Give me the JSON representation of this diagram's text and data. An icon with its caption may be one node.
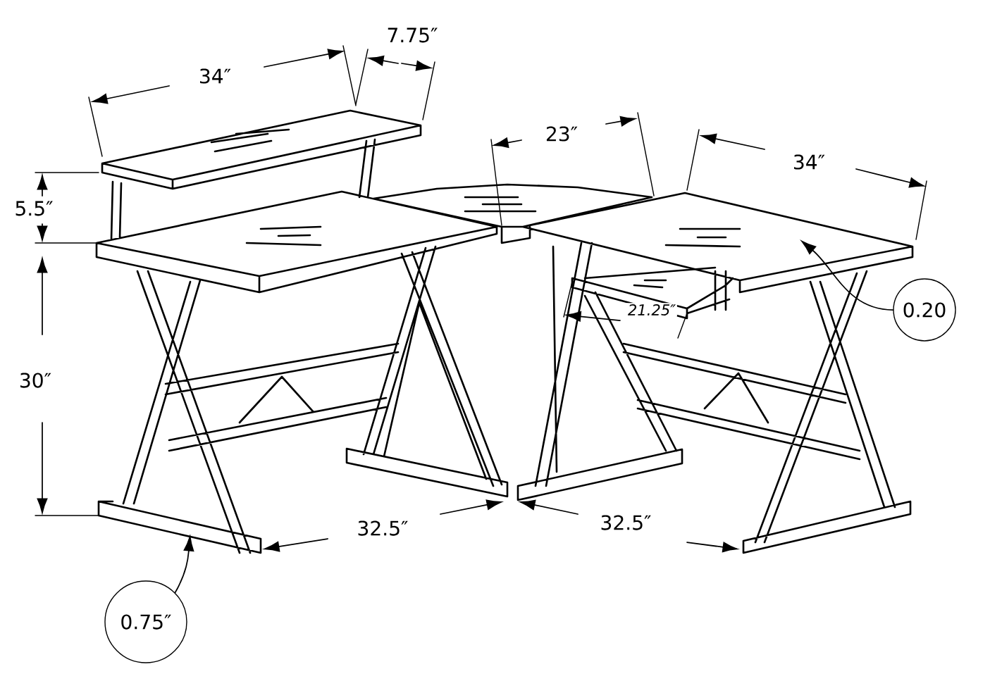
{
  "diagram": {
    "nodes": [
      {
        "text": [
          "0.20"
        ]
      },
      {
        "text": [
          "0.75″"
        ]
      }
    ],
    "edges": [
      {
        "from": 0,
        "to": null,
        "arrow": "to"
      },
      {
        "from": 1,
        "to": null,
        "arrow": "to"
      }
    ],
    "labels": [
      "7.75″",
      "34″",
      "23″",
      "34″",
      "5.5″",
      "21.25″",
      "30″",
      "32.5″",
      "32.5″"
    ]
  }
}
